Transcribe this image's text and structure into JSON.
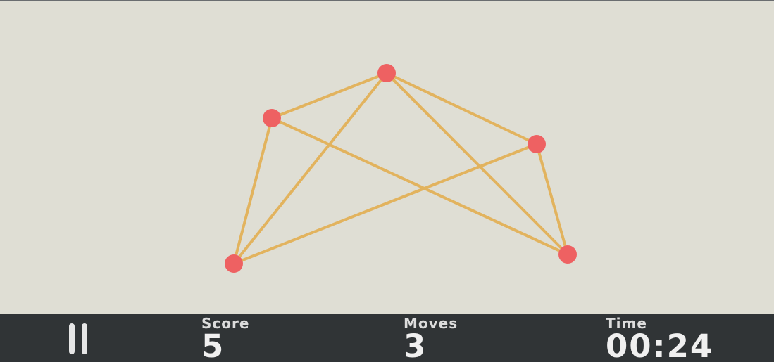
{
  "game": {
    "colors": {
      "background": "#dfded4",
      "edge": "#e2b35e",
      "node": "#ee6162",
      "hud": "#303436"
    },
    "nodes": [
      {
        "id": "n1"
      },
      {
        "id": "n2"
      },
      {
        "id": "n3"
      },
      {
        "id": "n4"
      },
      {
        "id": "n5"
      }
    ],
    "edges": [
      [
        "n1",
        "n2"
      ],
      [
        "n1",
        "n3"
      ],
      [
        "n1",
        "n4"
      ],
      [
        "n1",
        "n5"
      ],
      [
        "n2",
        "n4"
      ],
      [
        "n2",
        "n5"
      ],
      [
        "n3",
        "n4"
      ],
      [
        "n3",
        "n5"
      ]
    ]
  },
  "hud": {
    "pause_icon": "pause-icon",
    "score_label": "Score",
    "score_value": "5",
    "moves_label": "Moves",
    "moves_value": "3",
    "time_label": "Time",
    "time_value": "00:24"
  }
}
